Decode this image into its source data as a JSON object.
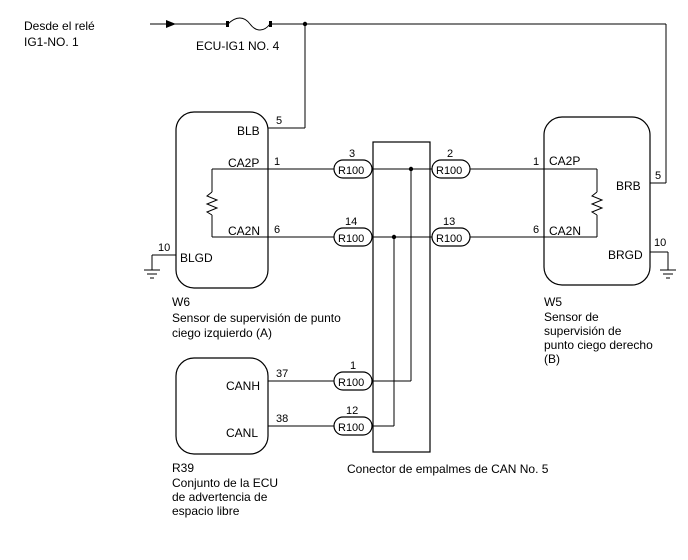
{
  "source": {
    "line1": "Desde el relé",
    "line2": "IG1-NO. 1"
  },
  "fuse": {
    "label": "ECU-IG1 NO. 4"
  },
  "w6": {
    "code": "W6",
    "name_line1": "Sensor de supervisión de punto",
    "name_line2": "ciego izquierdo (A)",
    "terminals": {
      "blb": "BLB",
      "ca2p": "CA2P",
      "ca2n": "CA2N",
      "blgd": "BLGD"
    },
    "pins": {
      "blb": "5",
      "ca2p": "1",
      "ca2n": "6",
      "blgd": "10"
    }
  },
  "w5": {
    "code": "W5",
    "name_line1": "Sensor de",
    "name_line2": "supervisión de",
    "name_line3": "punto ciego derecho",
    "name_line4": "(B)",
    "terminals": {
      "ca2p": "CA2P",
      "ca2n": "CA2N",
      "brb": "BRB",
      "brgd": "BRGD"
    },
    "pins": {
      "ca2p": "1",
      "ca2n": "6",
      "brb": "5",
      "brgd": "10"
    }
  },
  "r39": {
    "code": "R39",
    "name_line1": "Conjunto de la ECU",
    "name_line2": "de advertencia de",
    "name_line3": "espacio libre",
    "terminals": {
      "canh": "CANH",
      "canl": "CANL"
    },
    "pins": {
      "canh": "37",
      "canl": "38"
    }
  },
  "junction": {
    "label": "Conector de empalmes de CAN No. 5",
    "connector": "R100",
    "pins": {
      "left_top": "3",
      "left_mid": "14",
      "left_canh": "1",
      "left_canl": "12",
      "right_top": "2",
      "right_mid": "13"
    }
  }
}
